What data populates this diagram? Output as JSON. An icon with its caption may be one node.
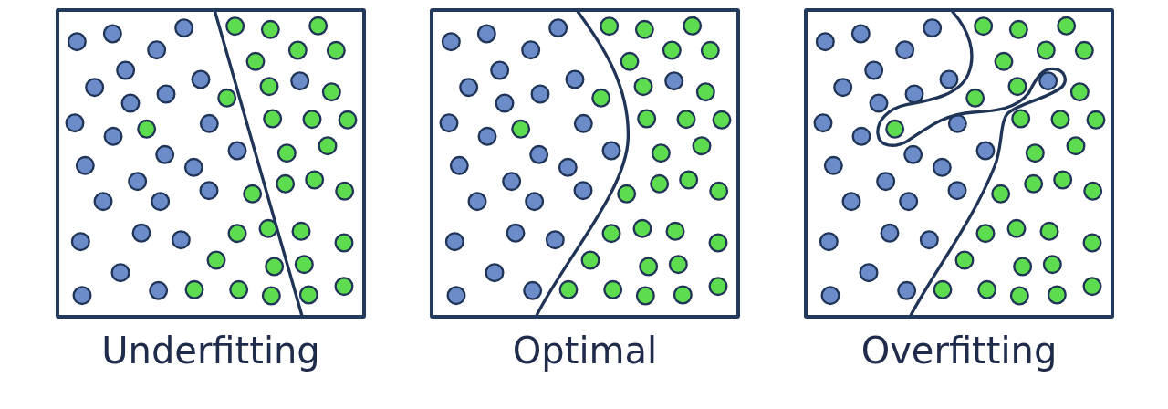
{
  "diagram": {
    "nodes": [
      {
        "text": [
          "Underfitting"
        ]
      },
      {
        "text": [
          "Optimal"
        ]
      },
      {
        "text": [
          "Overfitting"
        ]
      }
    ]
  }
}
